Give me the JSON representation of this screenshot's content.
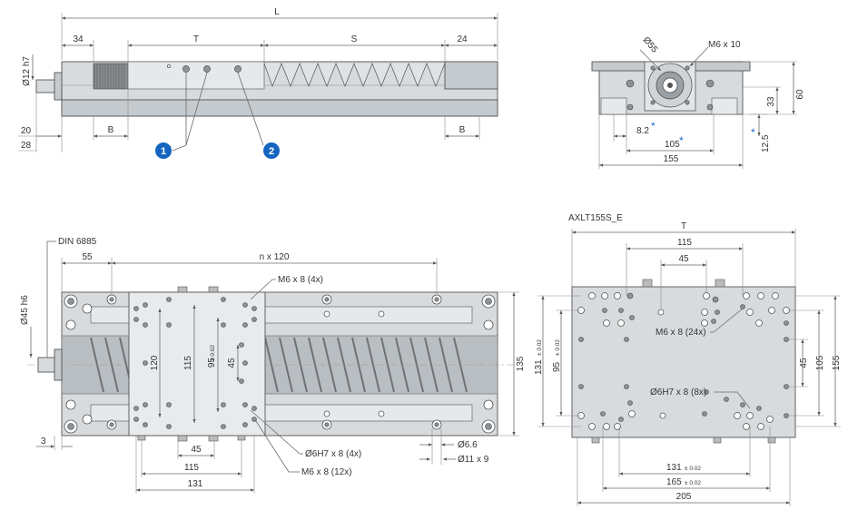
{
  "colors": {
    "callout": "#1565c0",
    "line": "#555555",
    "body": "#d7dbde"
  },
  "side_view": {
    "dims": {
      "L": "L",
      "d12": "Ø12 h7",
      "d34": "34",
      "T": "T",
      "S": "S",
      "d24": "24",
      "d20": "20",
      "d28": "28",
      "B_left": "B",
      "B_right": "B"
    },
    "callouts": [
      "1",
      "2"
    ]
  },
  "end_view": {
    "dims": {
      "d55": "Ø55",
      "m6x10": "M6 x 10",
      "d60": "60",
      "d33": "33",
      "d8_2": "8.2",
      "d105": "105",
      "d155": "155",
      "d12_5": "12.5"
    },
    "star": "*"
  },
  "top_view": {
    "dims": {
      "din": "DIN 6885",
      "d55": "55",
      "n120": "n x 120",
      "m6x8_4": "M6 x 8 (4x)",
      "d45h6": "Ø45 h6",
      "d120": "120",
      "d115": "115",
      "d95": "95",
      "tol": "± 0.02",
      "d45v": "45",
      "d135": "135",
      "d3": "3",
      "d45h": "45",
      "d115h": "115",
      "d131": "131",
      "d6h7": "Ø6H7 x 8 (4x)",
      "m6x8_12": "M6 x 8 (12x)",
      "d6_6": "Ø6.6",
      "d11x9": "Ø11 x 9"
    }
  },
  "carriage_view": {
    "title": "AXLT155S_E",
    "dims": {
      "T": "T",
      "d115": "115",
      "d45": "45",
      "m6x8_24": "M6 x 8 (24x)",
      "d6h7_8": "Ø6H7 x 8 (8x)",
      "d131v": "131",
      "d95v": "95",
      "tol": "± 0.02",
      "d45r": "45",
      "d105r": "105",
      "d155r": "155",
      "d131b": "131",
      "d165b": "165",
      "d205b": "205"
    }
  }
}
